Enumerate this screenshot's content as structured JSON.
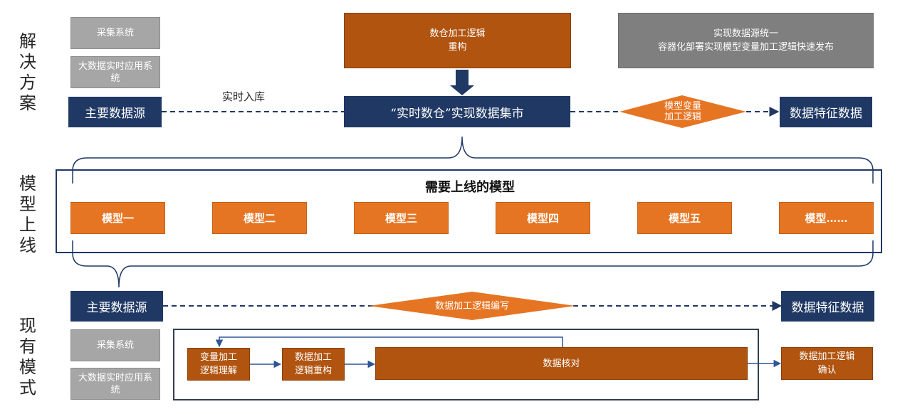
{
  "side_labels": {
    "solution": "解\n决\n方\n案",
    "model_launch": "模\n型\n上\n线",
    "current_mode": "现\n有\n模\n式"
  },
  "solution": {
    "collect_system": "采集系统",
    "bigdata_app": "大数据实时应用系统",
    "main_source": "主要数据源",
    "realtime_ingest": "实时入库",
    "warehouse_refactor": "数仓加工逻辑\n重构",
    "datamart": "“实时数仓”实现数据集市",
    "unify_note": "实现数据源统一\n容器化部署实现模型变量加工逻辑快速发布",
    "var_logic": "模型变量\n加工逻辑",
    "feature_data": "数据特征数据"
  },
  "models": {
    "title": "需要上线的模型",
    "items": [
      "模型一",
      "模型二",
      "模型三",
      "模型四",
      "模型五",
      "模型……"
    ]
  },
  "current": {
    "main_source": "主要数据源",
    "logic_writing": "数据加工逻辑编写",
    "feature_data": "数据特征数据",
    "collect_system": "采集系统",
    "bigdata_app": "大数据实时应用系统",
    "steps": {
      "understand": "变量加工\n逻辑理解",
      "refactor": "数据加工\n逻辑重构",
      "verify": "数据核对",
      "confirm": "数据加工逻辑\n确认"
    }
  },
  "colors": {
    "navy": "#1f3864",
    "brown": "#b05410",
    "orange": "#e67523",
    "gray": "#a6a6a6",
    "dark_gray": "#7f7f7f"
  }
}
